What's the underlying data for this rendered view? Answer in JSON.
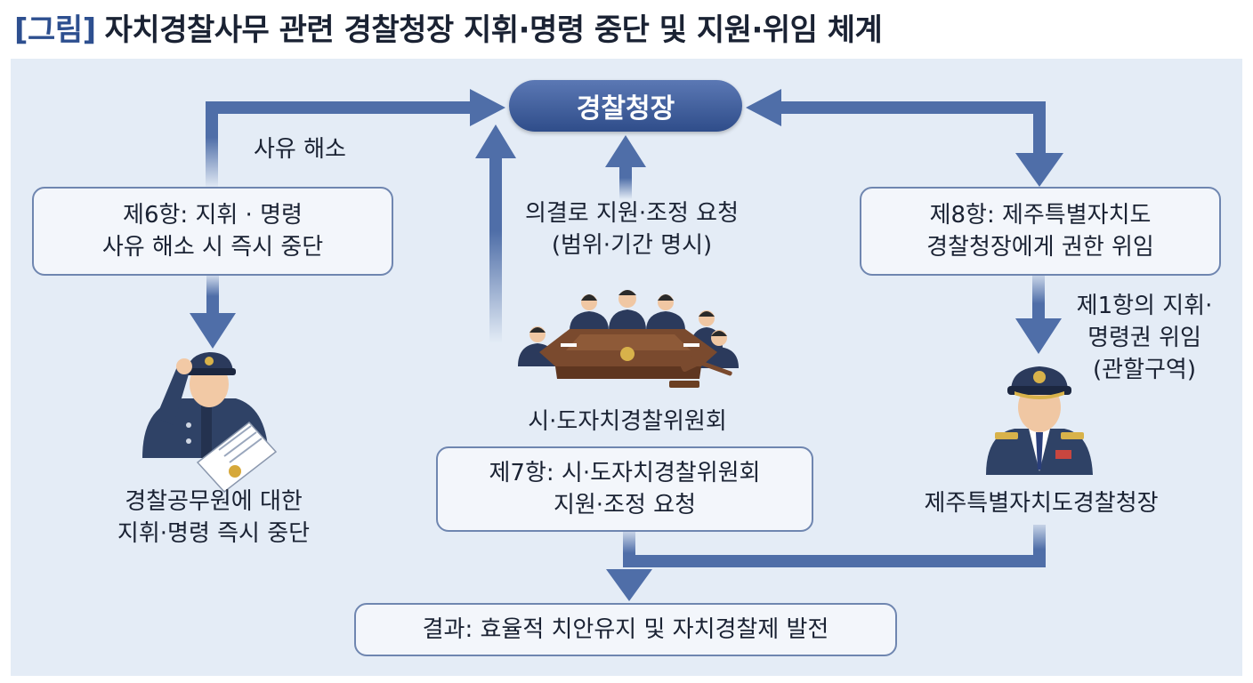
{
  "title": {
    "tag": "[그림]",
    "text": "자치경찰사무 관련 경찰청장 지휘·명령 중단 및 지원·위임 체계"
  },
  "top_node": "경찰청장",
  "left": {
    "arrow_label": "사유 해소",
    "box_lines": [
      "제6항: 지휘 · 명령",
      "사유 해소 시 즉시 중단"
    ],
    "caption_lines": [
      "경찰공무원에 대한",
      "지휘·명령 즉시 중단"
    ]
  },
  "center": {
    "request_lines": [
      "의결로 지원·조정 요청",
      "(범위·기간 명시)"
    ],
    "committee_caption": "시·도자치경찰위원회",
    "box_lines": [
      "제7항: 시·도자치경찰위원회",
      "지원·조정 요청"
    ]
  },
  "right": {
    "box_lines": [
      "제8항: 제주특별자치도",
      "경찰청장에게 권한 위임"
    ],
    "delegation_lines": [
      "제1항의 지휘·",
      "명령권 위임",
      "(관할구역)"
    ],
    "caption": "제주특별자치도경찰청장"
  },
  "result": "결과: 효율적 치안유지 및 자치경찰제 발전",
  "colors": {
    "arrow": "#4f6ea8",
    "pill": "#3b5a98",
    "accent": "#2d4f8f"
  },
  "icons": [
    "saluting-officer-icon",
    "document-icon",
    "committee-meeting-icon",
    "gavel-icon",
    "commissioner-icon"
  ]
}
